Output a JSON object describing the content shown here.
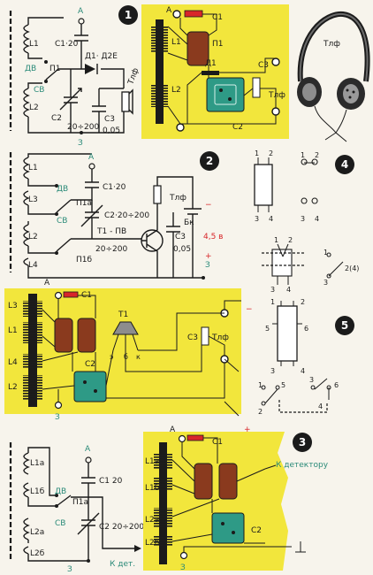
{
  "colors": {
    "panel": "#f2e63c",
    "board": "#2e9a86",
    "capacitor": "#8a3a1e",
    "wire": "#1b1b1b",
    "accent_red": "#d8262a",
    "label_green": "#2a8a78"
  },
  "badges": {
    "b1": "1",
    "b2": "2",
    "b3": "3",
    "b4": "4",
    "b5": "5"
  },
  "circuit1": {
    "A": "A",
    "L1": "L1",
    "L2": "L2",
    "C1": "C1·20",
    "P1": "П1",
    "DV": "ДВ",
    "SV": "СВ",
    "D1": "Д1· Д2Е",
    "C2": "C2",
    "C2v": "20÷200",
    "C3": "C3",
    "C3v": "0,05",
    "ground": "З",
    "Tlf": "Тлф"
  },
  "layout1": {
    "A": "A",
    "C1": "C1",
    "L1": "L1",
    "P1": "П1",
    "D1": "Д1",
    "C3": "C3",
    "L2": "L2",
    "C2": "C2",
    "Tlf": "Тлф"
  },
  "headphones": {
    "label": "Тлф"
  },
  "circuit2": {
    "A": "A",
    "L1": "L1",
    "L2": "L2",
    "L3": "L3",
    "L4": "L4",
    "C1": "C1·20",
    "P1a": "П1а",
    "P1b": "П1б",
    "DV": "ДВ",
    "SV": "СВ",
    "C2": "C2·20÷200",
    "T1": "T1 - ПВ",
    "C2v": "20÷200",
    "Tlf": "Тлф",
    "C3": "C3",
    "C3v": "0,05",
    "Bk": "Бк",
    "V": "4,5 в",
    "plus": "+",
    "minus": "−",
    "ground": "З"
  },
  "switch4": {
    "n1": "1",
    "n2": "2",
    "n3": "3",
    "n4": "4",
    "n24": "2(4)"
  },
  "layout5a": {
    "A": "A",
    "C1": "C1",
    "L3": "L3",
    "L1": "L1",
    "L4": "L4",
    "L2": "L2",
    "C2": "C2",
    "T1": "T1",
    "e": "э",
    "b": "б",
    "k": "к",
    "C3": "C3",
    "Tlf": "Тлф",
    "minus": "−",
    "plus": "+",
    "ground": "З"
  },
  "switch5": {
    "n1": "1",
    "n2": "2",
    "n3": "3",
    "n4": "4",
    "n5": "5",
    "n6": "6"
  },
  "circuit3": {
    "A": "A",
    "L1a": "L1а",
    "L1b": "L1б",
    "L2a": "L2а",
    "L2b": "L2б",
    "P1a": "П1а",
    "DV": "ДВ",
    "SV": "СВ",
    "C1": "C1 20",
    "C2": "C2 20÷200",
    "ground": "З",
    "kdet": "К дет."
  },
  "layout3": {
    "A": "A",
    "C1": "C1",
    "L1a": "L1а",
    "L1b": "L1б",
    "L2a": "L2а",
    "L2b": "L2б",
    "C2": "C2",
    "kdet": "К детектору",
    "ground": "З"
  }
}
